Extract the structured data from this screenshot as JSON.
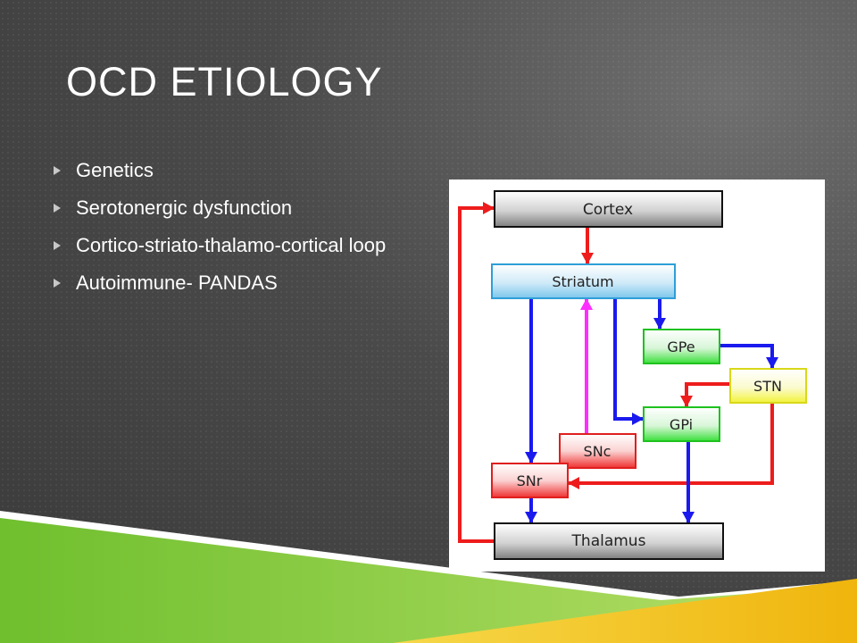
{
  "slide": {
    "title": "OCD ETIOLOGY",
    "bullets": [
      "Genetics",
      "Serotonergic dysfunction",
      "Cortico-striato-thalamo-cortical loop",
      "Autoimmune- PANDAS"
    ]
  },
  "diagram": {
    "nodes": {
      "cortex": "Cortex",
      "striatum": "Striatum",
      "gpe": "GPe",
      "stn": "STN",
      "gpi": "GPi",
      "snc": "SNc",
      "snr": "SNr",
      "thalamus": "Thalamus"
    },
    "colors": {
      "excitatory": "#ee1c1c",
      "inhibitory": "#1a1aee",
      "dopaminergic": "#ff2cff",
      "cortex_box": "#8a8a8a",
      "striatum_box": "#8fd0ef",
      "gp_box": "#22dd22",
      "stn_box": "#eeee22",
      "sn_box": "#ee2222",
      "thalamus_box": "#8a8a8a"
    }
  },
  "theme": {
    "background": "#4a4a4a",
    "footer_colors": [
      "#7cc63b",
      "#f2c21a"
    ]
  }
}
